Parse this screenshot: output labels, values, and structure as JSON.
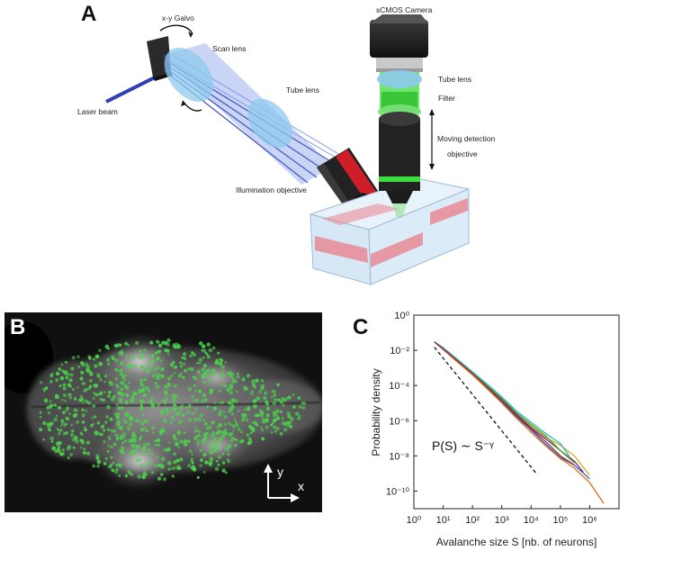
{
  "panels": {
    "a": "A",
    "b": "B",
    "c": "C"
  },
  "diagram": {
    "labels": {
      "camera": "sCMOS Camera",
      "galvo": "x-y Galvo",
      "scan_lens": "Scan lens",
      "laser": "Laser beam",
      "tube_lens_left": "Tube lens",
      "tube_lens_right": "Tube lens",
      "filter": "Filter",
      "moving_detection_1": "Moving detection",
      "moving_detection_2": "objective",
      "illumination": "Illumination objective"
    },
    "colors": {
      "laser": "#2a3fb8",
      "lens": "#8ec9ec",
      "fluorescence": "#3ddc3d",
      "sheet": "#e88a95",
      "objective_ring": "#d01d2a"
    }
  },
  "brain_image": {
    "axis_y": "y",
    "axis_x": "x",
    "colors": {
      "neurons": "#4bd24b"
    }
  },
  "chart_data": {
    "type": "line",
    "xlabel": "Avalanche size S [nb. of neurons]",
    "ylabel": "Probability density",
    "x_scale": "log",
    "y_scale": "log",
    "xlim": [
      1,
      10000000
    ],
    "ylim": [
      1e-11,
      1
    ],
    "x_tick_labels": [
      "10⁰",
      "10¹",
      "10²",
      "10³",
      "10⁴",
      "10⁵",
      "10⁶"
    ],
    "y_tick_labels": [
      "10⁰",
      "10⁻²",
      "10⁻⁴",
      "10⁻⁶",
      "10⁻⁸",
      "10⁻¹⁰"
    ],
    "annotation": "P(S) ∼ S⁻ᵞ",
    "reference_line": {
      "x": [
        5,
        15000
      ],
      "y": [
        0.015,
        1e-09
      ],
      "style": "dashed"
    },
    "series": [
      {
        "color": "#1f5fbf",
        "x": [
          5,
          10,
          30,
          100,
          300,
          1000,
          3000,
          10000,
          30000,
          100000,
          300000,
          1000000
        ],
        "y": [
          0.03,
          0.012,
          0.0025,
          0.00045,
          8e-05,
          1.2e-05,
          1.8e-06,
          3e-07,
          5e-08,
          8e-09,
          3e-09,
          5e-10
        ]
      },
      {
        "color": "#e07020",
        "x": [
          5,
          10,
          30,
          100,
          300,
          1000,
          3000,
          10000,
          30000,
          100000,
          300000,
          1000000,
          3000000
        ],
        "y": [
          0.03,
          0.011,
          0.0022,
          0.0004,
          7e-05,
          1e-05,
          1.5e-06,
          2.2e-07,
          4e-08,
          7e-09,
          2e-09,
          3e-10,
          2e-11
        ]
      },
      {
        "color": "#d8b020",
        "x": [
          5,
          10,
          30,
          100,
          300,
          1000,
          3000,
          10000,
          30000,
          100000,
          300000,
          1000000
        ],
        "y": [
          0.03,
          0.013,
          0.003,
          0.0006,
          0.00012,
          2e-05,
          3e-06,
          5e-07,
          1.2e-07,
          4e-08,
          1e-08,
          8e-10
        ]
      },
      {
        "color": "#7a2a8c",
        "x": [
          5,
          10,
          30,
          100,
          300,
          1000,
          3000,
          10000,
          30000,
          100000,
          300000,
          600000
        ],
        "y": [
          0.03,
          0.012,
          0.0028,
          0.0005,
          0.0001,
          1.6e-05,
          2.5e-06,
          4e-07,
          1e-07,
          2e-08,
          5e-09,
          1.2e-09
        ]
      },
      {
        "color": "#4aa82a",
        "x": [
          5,
          10,
          30,
          100,
          300,
          1000,
          3000,
          10000,
          30000,
          100000,
          300000
        ],
        "y": [
          0.03,
          0.013,
          0.003,
          0.00055,
          0.00011,
          1.8e-05,
          3e-06,
          6e-07,
          1.5e-07,
          2e-08,
          4e-09
        ]
      },
      {
        "color": "#2ab8c8",
        "x": [
          5,
          10,
          30,
          100,
          300,
          1000,
          3000,
          10000,
          30000,
          100000,
          200000
        ],
        "y": [
          0.03,
          0.014,
          0.0032,
          0.0006,
          0.00013,
          2.2e-05,
          3.8e-06,
          8e-07,
          2e-07,
          5e-08,
          1e-08
        ]
      },
      {
        "color": "#a02a2a",
        "x": [
          5,
          10,
          30,
          100,
          300,
          1000,
          3000,
          10000,
          30000,
          100000,
          300000
        ],
        "y": [
          0.03,
          0.012,
          0.0026,
          0.00048,
          9e-05,
          1.4e-05,
          2.2e-06,
          3.5e-07,
          7e-08,
          1e-08,
          3e-09
        ]
      }
    ]
  }
}
